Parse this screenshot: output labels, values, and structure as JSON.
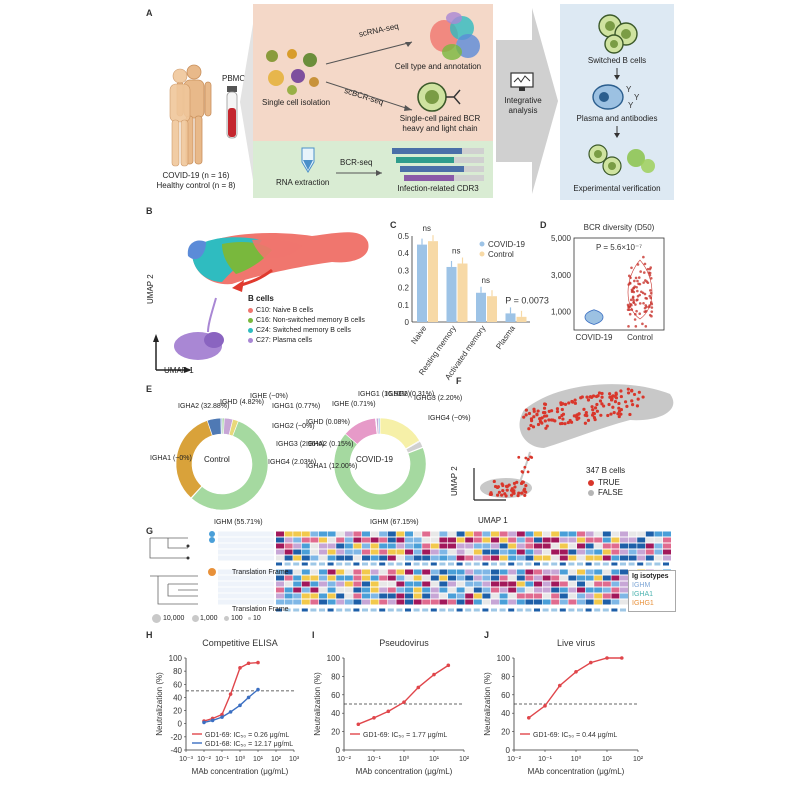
{
  "panels": {
    "a": "A",
    "b": "B",
    "c": "C",
    "d": "D",
    "e": "E",
    "f": "F",
    "g": "G",
    "h": "H",
    "i": "I",
    "j": "J"
  },
  "panel_a": {
    "cohort_covid": "COVID-19 (n = 16)",
    "cohort_healthy": "Healthy control (n = 8)",
    "pbmc": "PBMC",
    "single_cell_isolation": "Single cell isolation",
    "scrna_seq": "scRNA-seq",
    "scbcr_seq": "scBCR-seq",
    "cell_type_annotation": "Cell type and annotation",
    "paired_bcr": "Single-cell paired BCR heavy and light chain",
    "rna_extraction": "RNA extraction",
    "bcr_seq": "BCR-seq",
    "infection_cdr3": "Infection-related CDR3",
    "integrative_analysis": "Integrative analysis",
    "switched_b": "Switched B cells",
    "plasma_antibodies": "Plasma and antibodies",
    "experimental_verification": "Experimental verification",
    "colors": {
      "top_box": "#f4d8c8",
      "bottom_box": "#d9ecd3",
      "right_box": "#dde9f3",
      "arrow": "#c8c8c8"
    }
  },
  "panel_b": {
    "legend_title": "B cells",
    "legend": [
      {
        "label": "C10: Naive B cells",
        "color": "#f0766e"
      },
      {
        "label": "C16: Non-switched memory B cells",
        "color": "#79b83d"
      },
      {
        "label": "C24: Switched memory B cells",
        "color": "#2fbcc0"
      },
      {
        "label": "C27: Plasma cells",
        "color": "#a987d4"
      }
    ],
    "xlabel": "UMAP 1",
    "ylabel": "UMAP 2"
  },
  "panel_e": {
    "control_label": "Control",
    "covid_label": "COVID-19",
    "control_slices": [
      {
        "label": "IGHA2 (32.88%)"
      },
      {
        "label": "IGHD (4.82%)"
      },
      {
        "label": "IGHE (~0%)"
      },
      {
        "label": "IGHG1 (0.77%)"
      },
      {
        "label": "IGHG2 (~0%)"
      },
      {
        "label": "IGHG3 (2.96%)"
      },
      {
        "label": "IGHG4 (2.03%)"
      },
      {
        "label": "IGHA1 (~0%)"
      },
      {
        "label": "IGHM (55.71%)"
      }
    ],
    "covid_slices": [
      {
        "label": "IGHD (0.08%)"
      },
      {
        "label": "IGHE (0.71%)"
      },
      {
        "label": "IGHG1 (16.53%)"
      },
      {
        "label": "IGHG2 (0.31%)"
      },
      {
        "label": "IGHG3 (2.20%)"
      },
      {
        "label": "IGHG4 (~0%)"
      },
      {
        "label": "IGHA2 (0.15%)"
      },
      {
        "label": "IGHA1 (12.00%)"
      },
      {
        "label": "IGHM (67.15%)"
      }
    ]
  },
  "panel_f": {
    "count": "347 B cells",
    "legend": [
      {
        "label": "TRUE",
        "color": "#d9362b"
      },
      {
        "label": "FALSE",
        "color": "#b5b5b5"
      }
    ],
    "xlabel": "UMAP 1",
    "ylabel": "UMAP 2"
  },
  "panel_g": {
    "translation_frame": "Translation Frame",
    "legend_title": "Ig isotypes",
    "isotypes": [
      {
        "label": "IGHM",
        "color": "#7fa7d6"
      },
      {
        "label": "IGHA1",
        "color": "#4cb3b0"
      },
      {
        "label": "IGHG1",
        "color": "#e8913a"
      }
    ],
    "size_legend": [
      "10,000",
      "1,000",
      "100",
      "10"
    ]
  },
  "chart_data": [
    {
      "panel": "C",
      "type": "bar",
      "categories": [
        "Naive",
        "Resting memory",
        "Activated memory",
        "Plasma"
      ],
      "series": [
        {
          "name": "COVID-19",
          "values": [
            0.45,
            0.32,
            0.17,
            0.05
          ],
          "color": "#9dc3e6"
        },
        {
          "name": "Control",
          "values": [
            0.47,
            0.34,
            0.15,
            0.03
          ],
          "color": "#f7d9a6"
        }
      ],
      "ylim": [
        0,
        0.5
      ],
      "yticks": [
        "0",
        "0.1",
        "0.2",
        "0.3",
        "0.4",
        "0.5"
      ],
      "annotations": [
        "ns",
        "ns",
        "ns",
        "P = 0.0073"
      ]
    },
    {
      "panel": "D",
      "type": "scatter",
      "title": "BCR diversity (D50)",
      "categories": [
        "COVID-19",
        "Control"
      ],
      "annotation": "P = 5.6×10⁻⁷",
      "ylim": [
        0,
        5000
      ],
      "yticks": [
        "1,000",
        "3,000",
        "5,000"
      ],
      "medians": [
        700,
        2100
      ]
    },
    {
      "panel": "H",
      "type": "line",
      "title": "Competitive ELISA",
      "xlabel": "MAb concentration (μg/mL)",
      "ylabel": "Neutralization (%)",
      "x_log": true,
      "xlim": [
        0.001,
        1000
      ],
      "ylim": [
        -40,
        100
      ],
      "xticks": [
        "10⁻³",
        "10⁻²",
        "10⁻¹",
        "10⁰",
        "10¹",
        "10²",
        "10³"
      ],
      "yticks": [
        "-40",
        "-20",
        "0",
        "20",
        "40",
        "60",
        "80",
        "100"
      ],
      "threshold": 50,
      "series": [
        {
          "name": "GD1-69: IC₅₀ = 0.26 μg/mL",
          "color": "#e0464b",
          "points": [
            [
              0.01,
              4
            ],
            [
              0.03,
              8
            ],
            [
              0.1,
              14
            ],
            [
              0.3,
              45
            ],
            [
              1,
              85
            ],
            [
              3,
              92
            ],
            [
              10,
              93
            ]
          ]
        },
        {
          "name": "GD1-68: IC₅₀ = 12.17 μg/mL",
          "color": "#3b6fc2",
          "points": [
            [
              0.01,
              2
            ],
            [
              0.03,
              5
            ],
            [
              0.1,
              10
            ],
            [
              0.3,
              18
            ],
            [
              1,
              28
            ],
            [
              3,
              40
            ],
            [
              10,
              52
            ]
          ]
        }
      ]
    },
    {
      "panel": "I",
      "type": "line",
      "title": "Pseudovirus",
      "xlabel": "MAb concentration (μg/mL)",
      "ylabel": "Neutralization (%)",
      "x_log": true,
      "xlim": [
        0.01,
        100
      ],
      "ylim": [
        0,
        100
      ],
      "xticks": [
        "10⁻²",
        "10⁻¹",
        "10⁰",
        "10¹",
        "10²"
      ],
      "yticks": [
        "0",
        "20",
        "40",
        "60",
        "80",
        "100"
      ],
      "threshold": 50,
      "series": [
        {
          "name": "GD1-69: IC₅₀ = 1.77 μg/mL",
          "color": "#e0464b",
          "points": [
            [
              0.03,
              28
            ],
            [
              0.1,
              35
            ],
            [
              0.3,
              42
            ],
            [
              1,
              52
            ],
            [
              3,
              68
            ],
            [
              10,
              82
            ],
            [
              30,
              92
            ]
          ]
        }
      ]
    },
    {
      "panel": "J",
      "type": "line",
      "title": "Live virus",
      "xlabel": "MAb concentration (μg/mL)",
      "ylabel": "Neutralization (%)",
      "x_log": true,
      "xlim": [
        0.01,
        100
      ],
      "ylim": [
        0,
        100
      ],
      "xticks": [
        "10⁻²",
        "10⁻¹",
        "10⁰",
        "10¹",
        "10²"
      ],
      "yticks": [
        "0",
        "20",
        "40",
        "60",
        "80",
        "100"
      ],
      "threshold": 50,
      "series": [
        {
          "name": "GD1-69: IC₅₀ = 0.44 μg/mL",
          "color": "#e0464b",
          "points": [
            [
              0.03,
              35
            ],
            [
              0.1,
              48
            ],
            [
              0.3,
              70
            ],
            [
              1,
              85
            ],
            [
              3,
              95
            ],
            [
              10,
              100
            ],
            [
              30,
              100
            ]
          ]
        }
      ]
    }
  ]
}
